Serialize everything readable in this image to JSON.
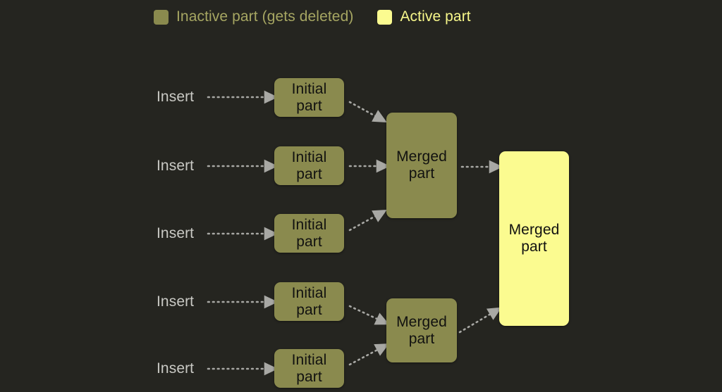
{
  "legend": {
    "items": [
      {
        "label": "Inactive part (gets deleted)",
        "swatch": "inactive-swatch",
        "color": "#8A8A4E"
      },
      {
        "label": "Active part",
        "swatch": "active-swatch",
        "color": "#FBFB90"
      }
    ]
  },
  "colors": {
    "background": "#252520",
    "inactive": "#8A8A4E",
    "active": "#FBFB90",
    "arrow": "#A8A8A4",
    "insert_text": "#C9C9C4",
    "node_text": "#111110"
  },
  "diagram": {
    "inserts": [
      {
        "label": "Insert"
      },
      {
        "label": "Insert"
      },
      {
        "label": "Insert"
      },
      {
        "label": "Insert"
      },
      {
        "label": "Insert"
      }
    ],
    "initial_parts": [
      {
        "line1": "Initial",
        "line2": "part"
      },
      {
        "line1": "Initial",
        "line2": "part"
      },
      {
        "line1": "Initial",
        "line2": "part"
      },
      {
        "line1": "Initial",
        "line2": "part"
      },
      {
        "line1": "Initial",
        "line2": "part"
      }
    ],
    "merged_parts": [
      {
        "line1": "Merged",
        "line2": "part",
        "state": "inactive"
      },
      {
        "line1": "Merged",
        "line2": "part",
        "state": "inactive"
      }
    ],
    "final_part": {
      "line1": "Merged",
      "line2": "part",
      "state": "active"
    }
  }
}
